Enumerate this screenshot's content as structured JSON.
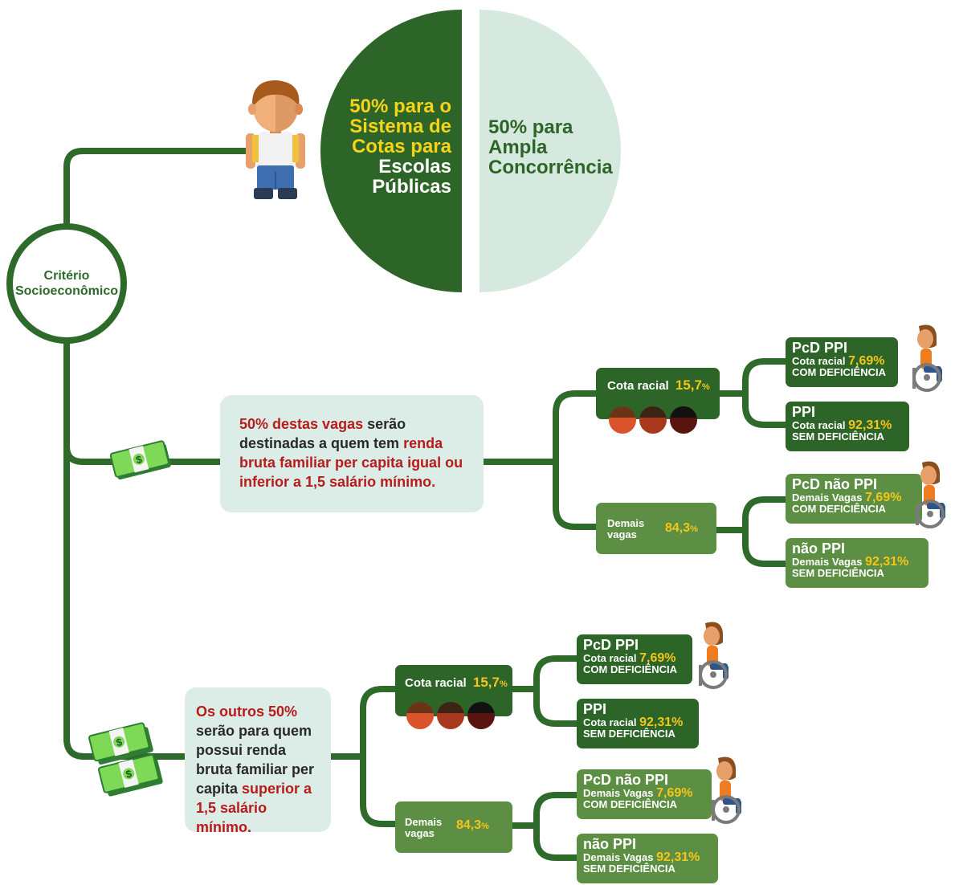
{
  "pie": {
    "left_lines": [
      "50% para o",
      "Sistema de",
      "Cotas para",
      "Escolas",
      "Públicas"
    ],
    "right_lines": [
      "50% para",
      "Ampla",
      "Concorrência"
    ]
  },
  "root": {
    "lines": [
      "Critério",
      "Socioeconômico"
    ]
  },
  "section1": {
    "text_parts": [
      "50% destas vagas",
      " serão destinadas a quem tem ",
      "renda bruta familiar per capita igual ou inferior a 1,5 salário mínimo."
    ],
    "cota": {
      "label": "Cota racial",
      "value": "15,7",
      "unit": "%"
    },
    "demais": {
      "label_lines": [
        "Demais",
        "vagas"
      ],
      "value": "84,3",
      "unit": "%"
    },
    "leaves": [
      {
        "title": "PcD PPI",
        "sub": "Cota racial",
        "value": "7,69",
        "unit": "%",
        "foot": "COM DEFICIÊNCIA"
      },
      {
        "title": "PPI",
        "sub": "Cota racial",
        "value": "92,31",
        "unit": "%",
        "foot": "SEM  DEFICIÊNCIA"
      },
      {
        "title": "PcD não PPI",
        "sub": "Demais Vagas",
        "value": "7,69",
        "unit": "%",
        "foot": "COM DEFICIÊNCIA"
      },
      {
        "title": "não PPI",
        "sub": "Demais Vagas",
        "value": "92,31",
        "unit": "%",
        "foot": "SEM DEFICIÊNCIA"
      }
    ]
  },
  "section2": {
    "text_parts": [
      "Os outros 50%",
      " serão para quem possui renda bruta familiar per capita ",
      "superior a 1,5 salário mínimo."
    ],
    "cota": {
      "label": "Cota racial",
      "value": "15,7",
      "unit": "%"
    },
    "demais": {
      "label_lines": [
        "Demais",
        "vagas"
      ],
      "value": "84,3",
      "unit": "%"
    },
    "leaves": [
      {
        "title": "PcD PPI",
        "sub": "Cota racial",
        "value": "7,69",
        "unit": "%",
        "foot": "COM DEFICIÊNCIA"
      },
      {
        "title": "PPI",
        "sub": "Cota racial",
        "value": "92,31",
        "unit": "%",
        "foot": "SEM  DEFICIÊNCIA"
      },
      {
        "title": "PcD não PPI",
        "sub": "Demais Vagas",
        "value": "7,69",
        "unit": "%",
        "foot": "COM DEFICIÊNCIA"
      },
      {
        "title": "não PPI",
        "sub": "Demais Vagas",
        "value": "92,31",
        "unit": "%",
        "foot": "SEM DEFICIÊNCIA"
      }
    ]
  },
  "colors": {
    "dark_green": "#2d6427",
    "light_green": "#5c8f44",
    "line_green": "#2e6a2a",
    "pale_green": "#d6e9df",
    "highlight_yellow": "#f5c518",
    "highlight_red": "#b71c1c"
  },
  "icons": [
    "student-icon",
    "money-bundle-icon",
    "double-money-bundle-icon",
    "faces-icon",
    "wheelchair-user-icon"
  ]
}
